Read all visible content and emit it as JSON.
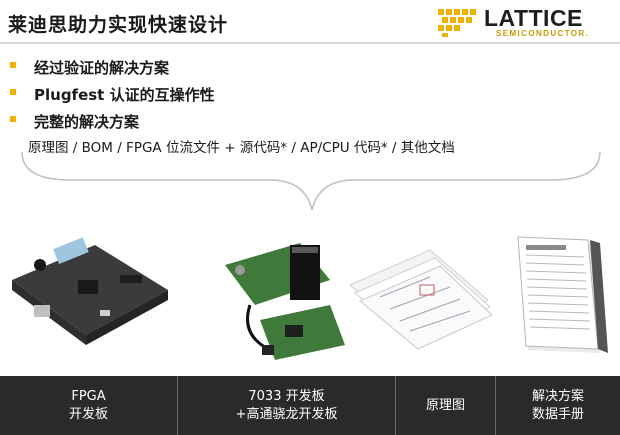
{
  "header": {
    "title": "莱迪思助力实现快速设计",
    "logo": {
      "wordmark": "LATTICE",
      "sub": "SEMICONDUCTOR."
    }
  },
  "bullets": [
    {
      "text": "经过验证的解决方案"
    },
    {
      "text": "Plugfest 认证的互操作性"
    },
    {
      "text": "完整的解决方案"
    }
  ],
  "subline": "原理图 / BOM / FPGA 位流文件 + 源代码* / AP/CPU 代码* / 其他文档",
  "colors": {
    "accent": "#f0b400",
    "footer_bg": "#2a2a2a"
  },
  "footer": {
    "cells": [
      {
        "line1": "FPGA",
        "line2": "开发板"
      },
      {
        "line1": "7033 开发板",
        "line2": "+高通骁龙开发板"
      },
      {
        "line1": "原理图",
        "line2": ""
      },
      {
        "line1": "解决方案",
        "line2": "数据手册"
      }
    ]
  }
}
